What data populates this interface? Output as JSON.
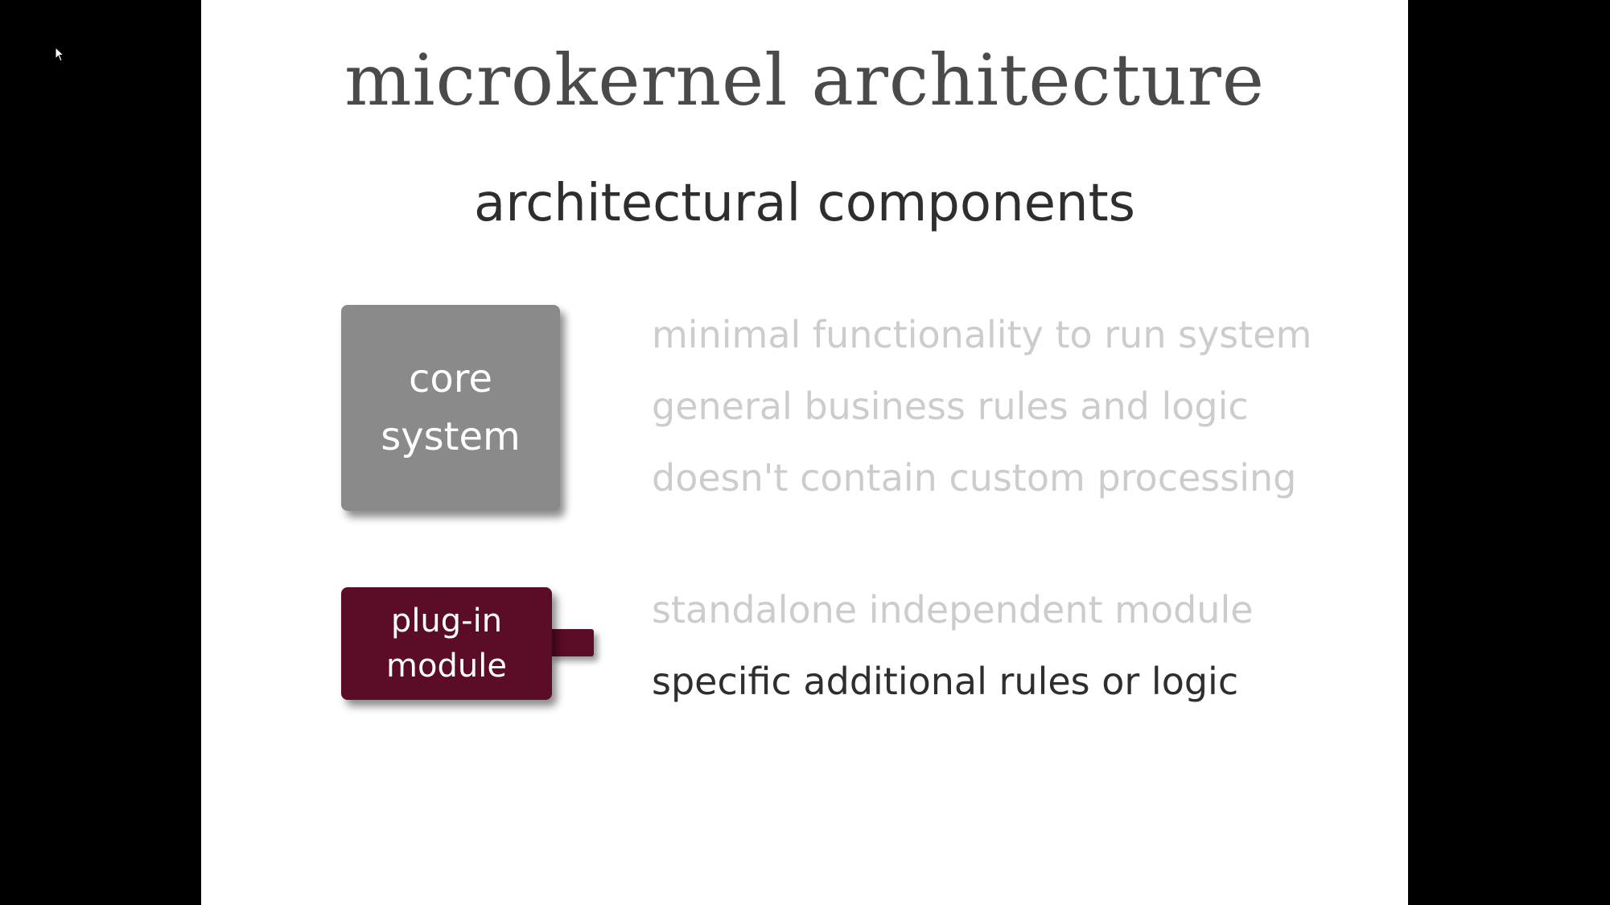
{
  "slide": {
    "title": "microkernel architecture",
    "subtitle": "architectural components"
  },
  "core_system": {
    "line1": "core",
    "line2": "system",
    "color": "#8a8a8a",
    "points": [
      "minimal functionality to run system",
      "general business rules and logic",
      "doesn't contain custom processing"
    ]
  },
  "plugin_module": {
    "line1": "plug-in",
    "line2": "module",
    "color": "#5b0c26",
    "points": [
      "standalone independent module",
      "specific additional rules or logic"
    ]
  },
  "colors": {
    "background": "#000000",
    "slide": "#ffffff",
    "faded_text": "#cccccc",
    "active_text": "#2e2e2e"
  },
  "icons": {
    "cursor": "mouse-pointer-icon"
  }
}
